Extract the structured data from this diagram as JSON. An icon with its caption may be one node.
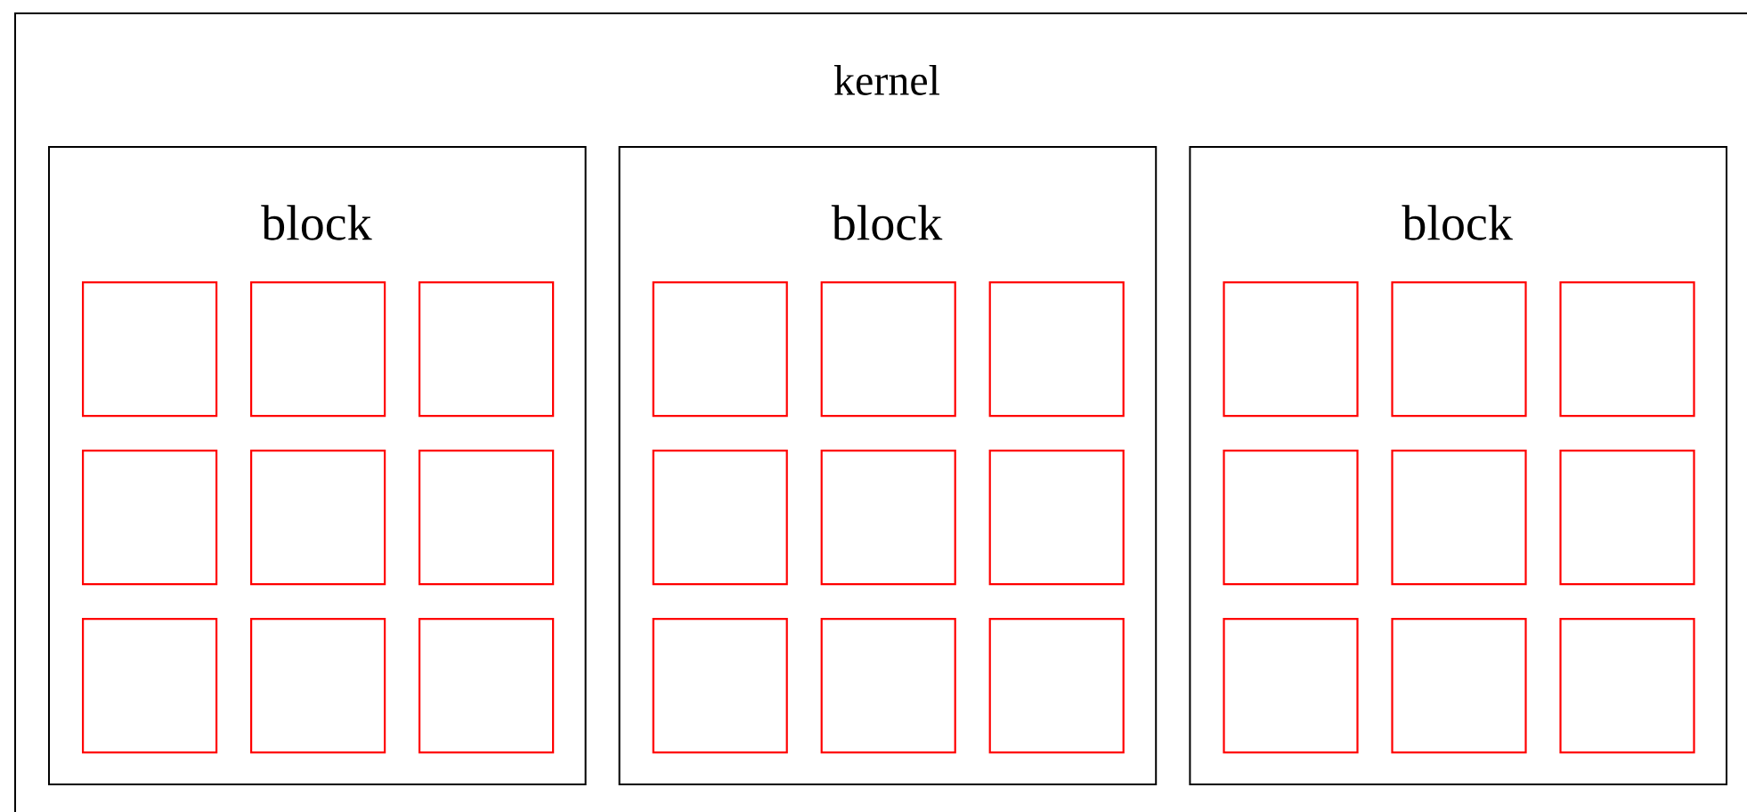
{
  "diagram": {
    "nodes": [
      {
        "text": [
          "kernel"
        ]
      },
      {
        "text": [
          "block"
        ],
        "in": 0
      },
      {
        "text": [],
        "shape": "box",
        "in": 1
      },
      {
        "text": [],
        "shape": "box",
        "in": 1
      },
      {
        "text": [],
        "shape": "box",
        "in": 1
      },
      {
        "text": [],
        "shape": "box",
        "in": 1
      },
      {
        "text": [],
        "shape": "box",
        "in": 1
      },
      {
        "text": [],
        "shape": "box",
        "in": 1
      },
      {
        "text": [],
        "shape": "box",
        "in": 1
      },
      {
        "text": [],
        "shape": "box",
        "in": 1
      },
      {
        "text": [],
        "shape": "box",
        "in": 1
      },
      {
        "text": [
          "block"
        ],
        "in": 0
      },
      {
        "text": [],
        "shape": "box",
        "in": 11
      },
      {
        "text": [],
        "shape": "box",
        "in": 11
      },
      {
        "text": [],
        "shape": "box",
        "in": 11
      },
      {
        "text": [],
        "shape": "box",
        "in": 11
      },
      {
        "text": [],
        "shape": "box",
        "in": 11
      },
      {
        "text": [],
        "shape": "box",
        "in": 11
      },
      {
        "text": [],
        "shape": "box",
        "in": 11
      },
      {
        "text": [],
        "shape": "box",
        "in": 11
      },
      {
        "text": [],
        "shape": "box",
        "in": 11
      },
      {
        "text": [
          "block"
        ],
        "in": 0
      },
      {
        "text": [],
        "shape": "box",
        "in": 21
      },
      {
        "text": [],
        "shape": "box",
        "in": 21
      },
      {
        "text": [],
        "shape": "box",
        "in": 21
      },
      {
        "text": [],
        "shape": "box",
        "in": 21
      },
      {
        "text": [],
        "shape": "box",
        "in": 21
      },
      {
        "text": [],
        "shape": "box",
        "in": 21
      },
      {
        "text": [],
        "shape": "box",
        "in": 21
      },
      {
        "text": [],
        "shape": "box",
        "in": 21
      },
      {
        "text": [],
        "shape": "box",
        "in": 21
      }
    ]
  }
}
